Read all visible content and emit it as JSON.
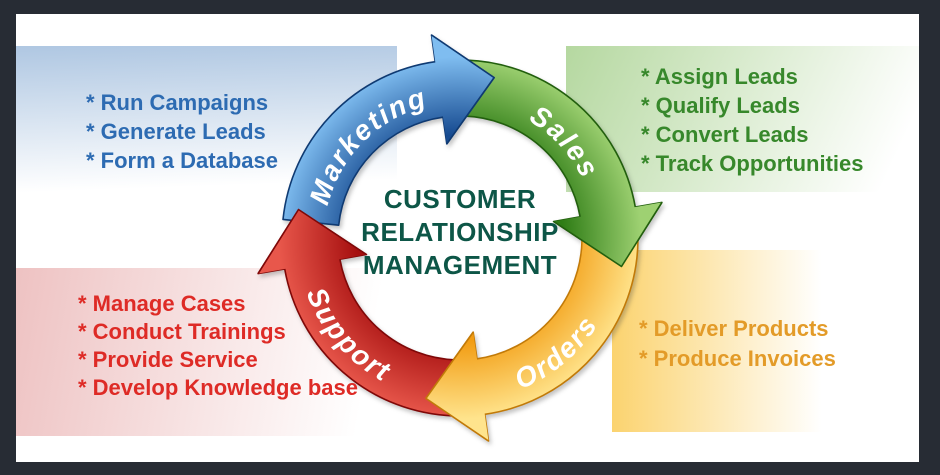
{
  "title": "CUSTOMER RELATIONSHIP MANAGEMENT",
  "title_color": "#0d5647",
  "bullet_char": "*",
  "frame_color": "#272c34",
  "background_color": "#ffffff",
  "sections": [
    {
      "id": "marketing",
      "label": "Marketing",
      "items": [
        "Run Campaigns",
        "Generate Leads",
        "Form a Database"
      ],
      "text_color": "#2d6bb2",
      "panel_tint": "#afc7e2",
      "arrow": {
        "inner": "#164a90",
        "outer": "#7fbdf0",
        "edge": "#0f3a72"
      }
    },
    {
      "id": "sales",
      "label": "Sales",
      "items": [
        "Assign Leads",
        "Qualify Leads",
        "Convert Leads",
        "Track Opportunities"
      ],
      "text_color": "#37882b",
      "panel_tint": "#b5d8a0",
      "arrow": {
        "inner": "#2e7c15",
        "outer": "#9ed172",
        "edge": "#225f0e"
      }
    },
    {
      "id": "orders",
      "label": "Orders",
      "items": [
        "Deliver Products",
        "Produce Invoices"
      ],
      "text_color": "#e39b28",
      "panel_tint": "#fbd36f",
      "arrow": {
        "inner": "#f29c12",
        "outer": "#ffe48d",
        "edge": "#c27a08"
      }
    },
    {
      "id": "support",
      "label": "Support",
      "items": [
        "Manage Cases",
        "Conduct Trainings",
        "Provide Service",
        "Develop Knowledge base"
      ],
      "text_color": "#de2b26",
      "panel_tint": "#eec2c2",
      "arrow": {
        "inner": "#a50f0f",
        "outer": "#e8574b",
        "edge": "#7f0808"
      }
    }
  ]
}
